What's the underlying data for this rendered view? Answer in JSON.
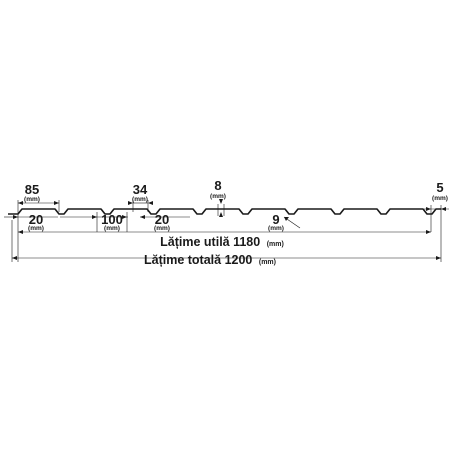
{
  "unit": "(mm)",
  "labels": {
    "rib_top_85": "85",
    "rib_gap_34": "34",
    "small_8": "8",
    "edge_5": "5",
    "flat_20_left": "20",
    "flat_100": "100",
    "flat_20_right": "20",
    "height_9": "9"
  },
  "useful_width": {
    "text": "Lățime utilă 1180",
    "unit": "(mm)"
  },
  "total_width": {
    "text": "Lățime totală 1200",
    "unit": "(mm)"
  }
}
